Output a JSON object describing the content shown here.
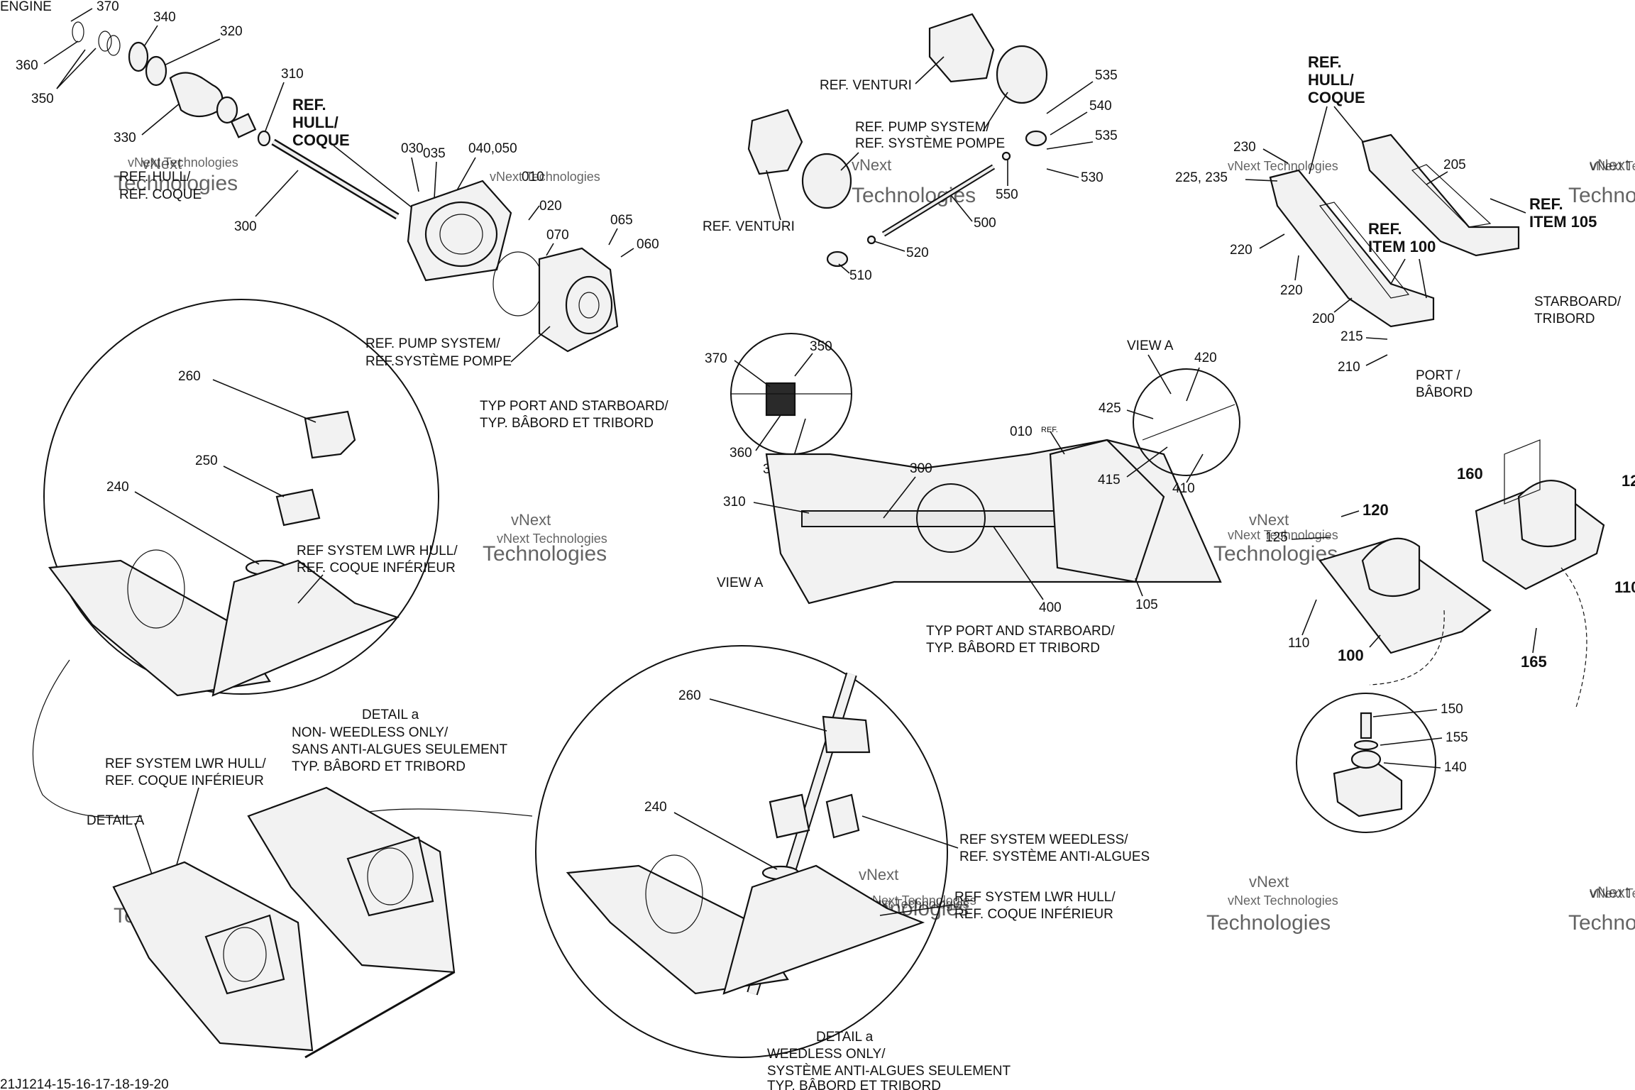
{
  "watermark": {
    "line1": "vNext",
    "line2": "Technologies",
    "inline": "vNext Technologies"
  },
  "drawing_number": "21J1214-15-16-17-18-19-20",
  "labels": {
    "engine": "ENGINE",
    "p370": "370",
    "p340": "340",
    "p320": "320",
    "p360": "360",
    "p350": "350",
    "p310": "310",
    "p330": "330",
    "ref_hull_1": "REF.",
    "ref_hull_2": "HULL/",
    "ref_hull_3": "COQUE",
    "ref_hull_left_1": "REF. HULL/",
    "ref_hull_left_2": "REF. COQUE",
    "p300": "300",
    "p030": "030",
    "p035": "035",
    "p040_050": "040,050",
    "p010": "010",
    "p020": "020",
    "p070": "070",
    "p065": "065",
    "p060": "060",
    "ref_pump_1": "REF. PUMP SYSTEM/",
    "ref_pump_2": "REF.SYSTÈME POMPE",
    "typ_port_1": "TYP PORT AND STARBOARD/",
    "typ_port_2": "TYP. BÂBORD ET TRIBORD",
    "ref_venturi_top": "REF. VENTURI",
    "ref_venturi_left": "REF. VENTURI",
    "ref_pump_top_1": "REF. PUMP SYSTEM/",
    "ref_pump_top_2": "REF. SYSTÈME POMPE",
    "p535a": "535",
    "p540": "540",
    "p535b": "535",
    "p530": "530",
    "p550": "550",
    "p500": "500",
    "p520": "520",
    "p510": "510",
    "p260a": "260",
    "p250": "250",
    "p240a": "240",
    "ref_sys_lwr_1": "REF SYSTEM LWR HULL/",
    "ref_sys_lwr_2": "REF. COQUE INFÉRIEUR",
    "detail_a_lower": "DETAIL a",
    "non_weedless_1": "NON-  WEEDLESS ONLY/",
    "non_weedless_2": "SANS ANTI-ALGUES SEULEMENT",
    "non_weedless_3": "TYP. BÂBORD ET TRIBORD",
    "ref_sys_lwr_b1": "REF SYSTEM LWR HULL/",
    "ref_sys_lwr_b2": "REF. COQUE INFÉRIEUR",
    "detail_A": "DETAIL A",
    "p370b": "370",
    "p350b": "350",
    "p360b": "360",
    "p340b": "340",
    "p310b": "310",
    "p300b": "300",
    "view_a_left": "VIEW A",
    "view_a_top": "VIEW A",
    "p420": "420",
    "p425": "425",
    "p010b": "010",
    "ref_small": "REF.",
    "p415": "415",
    "p410": "410",
    "p400": "400",
    "p105": "105",
    "typ_port_b1": "TYP PORT AND STARBOARD/",
    "typ_port_b2": "TYP. BÂBORD ET TRIBORD",
    "p260b": "260",
    "p240b": "240",
    "ref_weedless_1": "REF SYSTEM WEEDLESS/",
    "ref_weedless_2": "REF. SYSTÈME ANTI-ALGUES",
    "ref_sys_lwr_c1": "REF SYSTEM LWR HULL/",
    "ref_sys_lwr_c2": "REF. COQUE INFÉRIEUR",
    "detail_a_weed": "DETAIL a",
    "weedless_1": "WEEDLESS ONLY/",
    "weedless_2": "SYSTÈME ANTI-ALGUES SEULEMENT",
    "weedless_3": "TYP. BÂBORD ET TRIBORD",
    "ref_hull_r1": "REF.",
    "ref_hull_r2": "HULL/",
    "ref_hull_r3": "COQUE",
    "p230": "230",
    "p225_235": "225, 235",
    "p205": "205",
    "ref_item105_1": "REF.",
    "ref_item105_2": "ITEM 105",
    "ref_item100_1": "REF.",
    "ref_item100_2": "ITEM 100",
    "p220a": "220",
    "p220b": "220",
    "p200": "200",
    "p215": "215",
    "p210": "210",
    "starboard_1": "STARBOARD/",
    "starboard_2": "TRIBORD",
    "port_1": "PORT /",
    "port_2": "BÂBORD",
    "p160": "160",
    "p12x": "12",
    "p120": "120",
    "p125": "125",
    "p110a": "110",
    "p110b": "110",
    "p100": "100",
    "p165": "165",
    "p150": "150",
    "p155": "155",
    "p140": "140"
  }
}
